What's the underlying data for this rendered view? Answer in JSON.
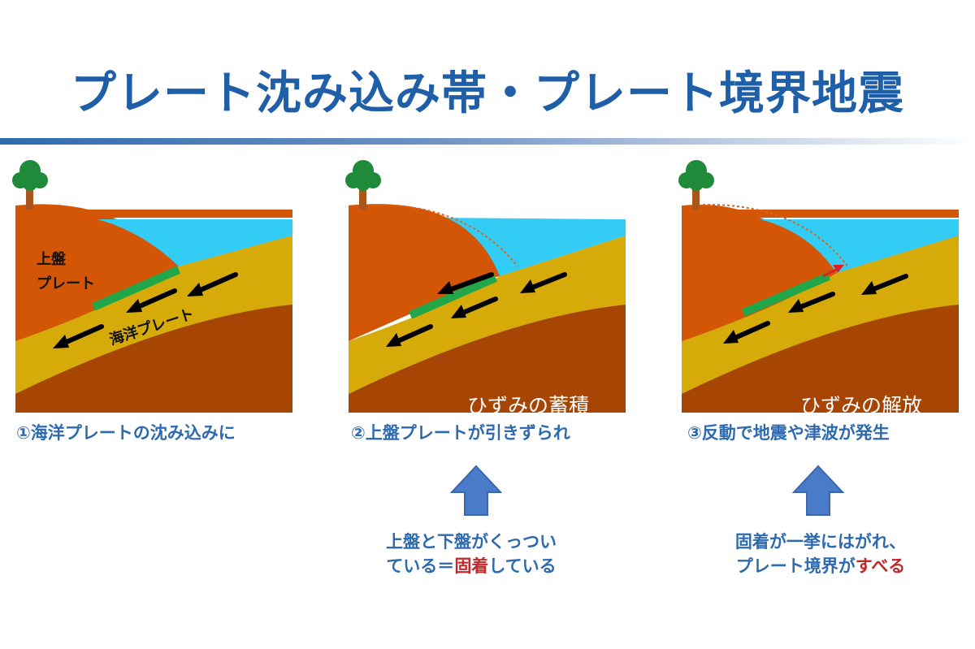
{
  "title": "プレート沈み込み帯・プレート境界地震",
  "panels": [
    {
      "caption": "①海洋プレートの沈み込みに",
      "labels": {
        "upper_line1": "上盤",
        "upper_line2": "プレート",
        "ocean": "海洋プレート"
      }
    },
    {
      "caption": "②上盤プレートが引きずられ",
      "overlay": "ひずみの蓄積"
    },
    {
      "caption": "③反動で地震や津波が発生",
      "overlay": "ひずみの解放"
    }
  ],
  "notes": [
    {
      "line1": "上盤と下盤がくっつい",
      "line2_prefix": "ている＝",
      "line2_highlight": "固着",
      "line2_suffix": "している"
    },
    {
      "line1": "固着が一挙にはがれ、",
      "line2_prefix": "プレート境界が",
      "line2_highlight": "すべる",
      "line2_suffix": ""
    }
  ],
  "colors": {
    "title": "#1f5fa8",
    "caption": "#2e6aaf",
    "highlight": "#c0282c",
    "upper_plate": "#d25605",
    "ocean_plate": "#d6aa08",
    "mantle": "#a64504",
    "sea": "#33ccf5",
    "fault": "#21a64a",
    "arrow_up": "#4a7bc8"
  },
  "icons": [
    "tree-icon",
    "motion-arrow-icon",
    "up-arrow-icon",
    "rebound-arrow-icon"
  ]
}
